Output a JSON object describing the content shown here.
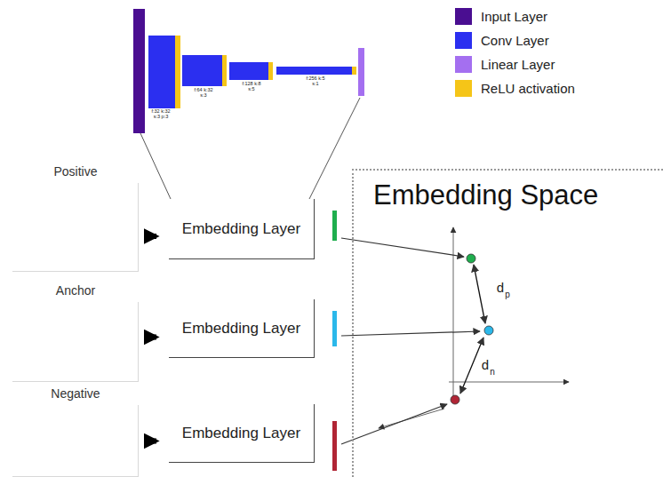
{
  "diagram": {
    "nodes": [
      {
        "text": [
          "Positive"
        ]
      },
      {
        "text": [
          "Embedding Layer"
        ]
      },
      {
        "text": [
          "Anchor"
        ]
      },
      {
        "text": [
          "Embedding Layer"
        ]
      },
      {
        "text": [
          "Negative"
        ]
      },
      {
        "text": [
          "Embedding Layer"
        ]
      },
      {
        "text": [
          "Embedding Space"
        ]
      }
    ],
    "edges": [
      {
        "from": 0,
        "to": 1,
        "arrow": "to"
      },
      {
        "from": 2,
        "to": 3,
        "arrow": "to"
      },
      {
        "from": 4,
        "to": 5,
        "arrow": "to"
      }
    ],
    "labels": [
      "f:32 k:32 s:3 p:3",
      "f:64 k:32 s:3",
      "f:128 k:8 s:5",
      "f:256 k:5 s:1",
      "d",
      "p",
      "d",
      "n"
    ],
    "legend": [
      {
        "text": "Input Layer",
        "color": "#4a0e91"
      },
      {
        "text": "Conv Layer",
        "color": "#2b2ff0"
      },
      {
        "text": "Linear Layer",
        "color": "#a46ff0"
      },
      {
        "text": "ReLU activation",
        "color": "#f5c518"
      }
    ]
  }
}
